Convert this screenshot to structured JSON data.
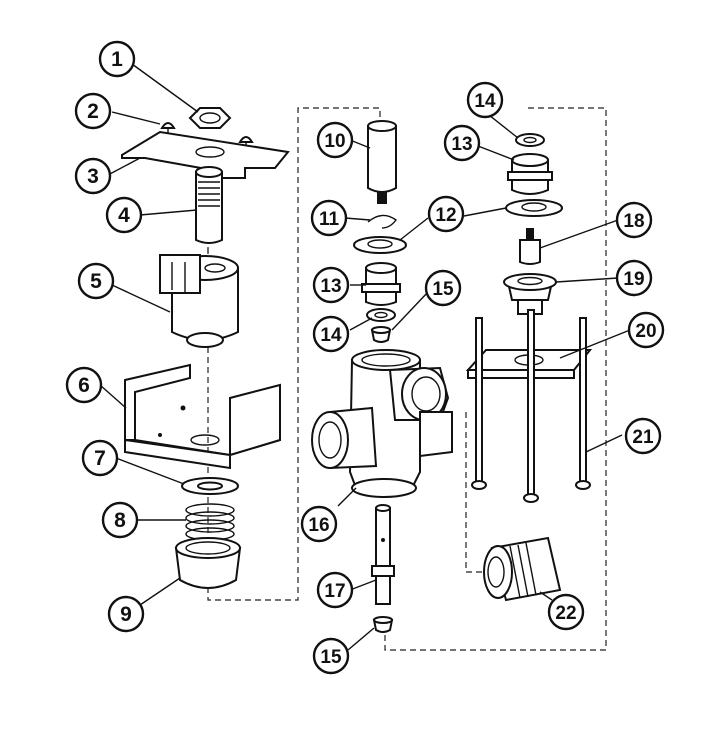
{
  "diagram": {
    "callouts": [
      {
        "num": "1",
        "part": "nut"
      },
      {
        "num": "2",
        "part": "screw"
      },
      {
        "num": "3",
        "part": "bracket-plate"
      },
      {
        "num": "4",
        "part": "plunger-tube"
      },
      {
        "num": "5",
        "part": "solenoid-coil"
      },
      {
        "num": "6",
        "part": "coil-frame"
      },
      {
        "num": "7",
        "part": "washer"
      },
      {
        "num": "8",
        "part": "spring"
      },
      {
        "num": "9",
        "part": "sleeve"
      },
      {
        "num": "10",
        "part": "plunger"
      },
      {
        "num": "11",
        "part": "clip"
      },
      {
        "num": "12",
        "part": "diaphragm"
      },
      {
        "num": "13",
        "part": "spool"
      },
      {
        "num": "14",
        "part": "o-ring"
      },
      {
        "num": "15",
        "part": "seat"
      },
      {
        "num": "16",
        "part": "valve-body"
      },
      {
        "num": "17",
        "part": "stem"
      },
      {
        "num": "18",
        "part": "pin"
      },
      {
        "num": "19",
        "part": "flange"
      },
      {
        "num": "20",
        "part": "mounting-plate"
      },
      {
        "num": "21",
        "part": "tie-rod"
      },
      {
        "num": "22",
        "part": "nipple"
      }
    ]
  }
}
